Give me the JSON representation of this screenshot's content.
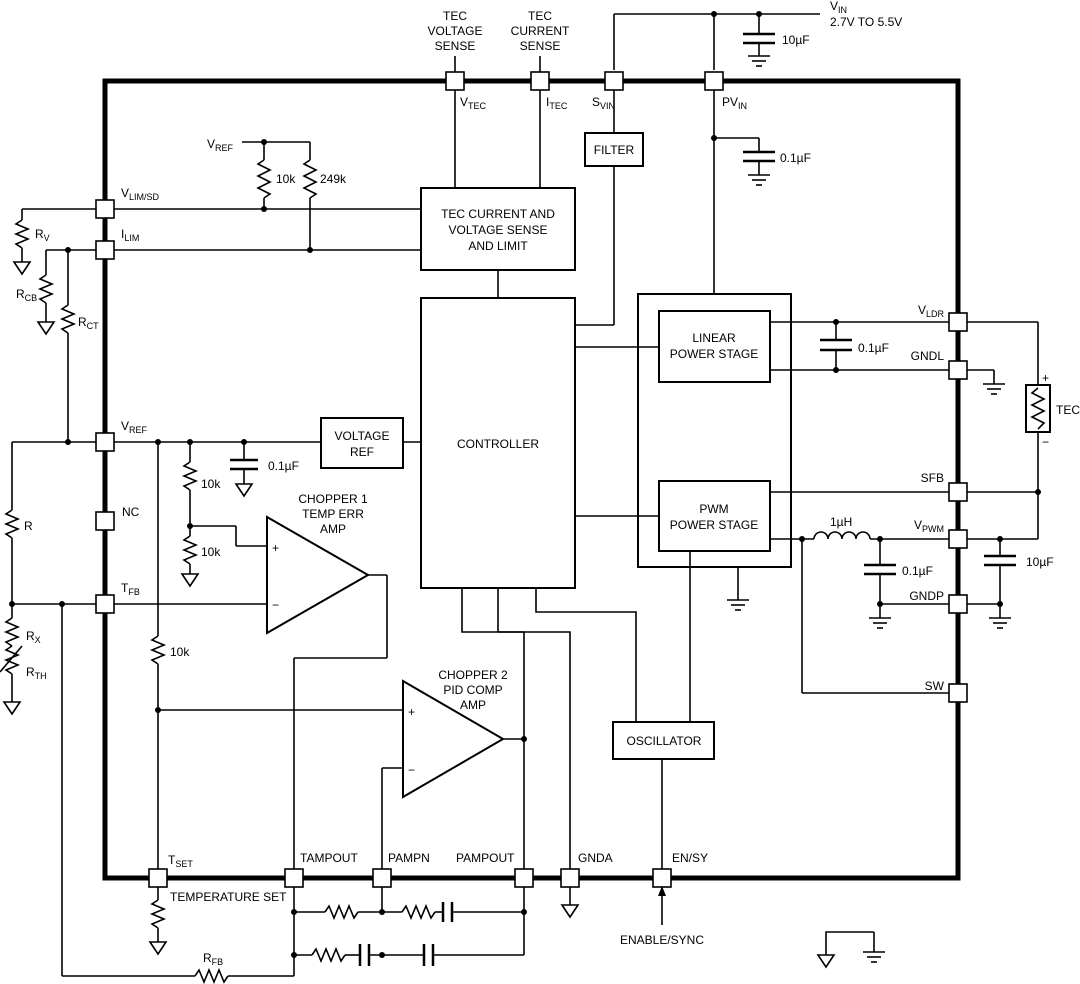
{
  "supply": {
    "vin": "V",
    "vin_sub": "IN",
    "vin_range": "2.7V TO 5.5V"
  },
  "top_labels": {
    "tec_voltage_sense": [
      "TEC",
      "VOLTAGE",
      "SENSE"
    ],
    "tec_current_sense": [
      "TEC",
      "CURRENT",
      "SENSE"
    ]
  },
  "pins": {
    "vtec": {
      "main": "V",
      "sub": "TEC"
    },
    "itec": {
      "main": "I",
      "sub": "TEC"
    },
    "svin": {
      "main": "S",
      "sub": "VIN"
    },
    "pvin": {
      "main": "PV",
      "sub": "IN"
    },
    "vlimsd": {
      "main": "V",
      "sub": "LIM/SD"
    },
    "ilim": {
      "main": "I",
      "sub": "LIM"
    },
    "vref": {
      "main": "V",
      "sub": "REF"
    },
    "nc": "NC",
    "tfb": {
      "main": "T",
      "sub": "FB"
    },
    "tset": {
      "main": "T",
      "sub": "SET"
    },
    "tampout": "TAMPOUT",
    "pampn": "PAMPN",
    "pampout": "PAMPOUT",
    "gnda": "GNDA",
    "ensy": "EN/SY",
    "vldr": {
      "main": "V",
      "sub": "LDR"
    },
    "gndl": "GNDL",
    "sfb": "SFB",
    "vpwm": {
      "main": "V",
      "sub": "PWM"
    },
    "gndp": "GNDP",
    "sw": "SW"
  },
  "blocks": {
    "filter": "FILTER",
    "tec_sense": [
      "TEC CURRENT AND",
      "VOLTAGE SENSE",
      "AND LIMIT"
    ],
    "controller": "CONTROLLER",
    "voltage_ref": [
      "VOLTAGE",
      "REF"
    ],
    "linear_stage": [
      "LINEAR",
      "POWER STAGE"
    ],
    "pwm_stage": [
      "PWM",
      "POWER STAGE"
    ],
    "oscillator": "OSCILLATOR"
  },
  "amps": {
    "chopper1": [
      "CHOPPER 1",
      "TEMP ERR",
      "AMP"
    ],
    "chopper2": [
      "CHOPPER 2",
      "PID COMP",
      "AMP"
    ],
    "plus": "+",
    "minus": "−"
  },
  "components": {
    "c_vin": "10µF",
    "c_pvin": "0.1µF",
    "vref_internal": {
      "main": "V",
      "sub": "REF"
    },
    "r_10k_top": "10k",
    "r_249k": "249k",
    "rv": {
      "main": "R",
      "sub": "V"
    },
    "rcb": {
      "main": "R",
      "sub": "CB"
    },
    "rct": {
      "main": "R",
      "sub": "CT"
    },
    "r": "R",
    "rx": {
      "main": "R",
      "sub": "X"
    },
    "rth": {
      "main": "R",
      "sub": "TH"
    },
    "c_vref": "0.1µF",
    "r_10k_a": "10k",
    "r_10k_b": "10k",
    "r_10k_c": "10k",
    "c_linear": "0.1µF",
    "tec": "TEC",
    "tec_plus": "+",
    "tec_minus": "−",
    "inductor": "1µH",
    "c_out_small": "0.1µF",
    "c_out_big": "10µF",
    "rfb": {
      "main": "R",
      "sub": "FB"
    },
    "temperature_set": "TEMPERATURE SET",
    "enable_sync": "ENABLE/SYNC"
  }
}
